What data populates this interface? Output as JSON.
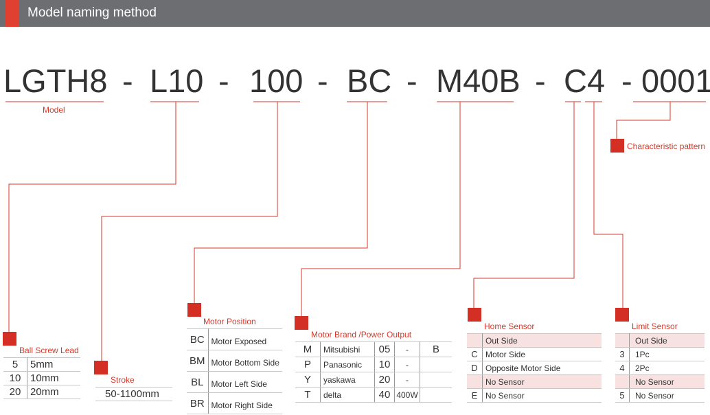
{
  "header": {
    "title": "Model naming method"
  },
  "model": {
    "segments": [
      "LGTH8",
      "L10",
      "100",
      "BC",
      "M40B",
      "C4",
      "0001"
    ],
    "separator": "-"
  },
  "labels": {
    "model": "Model",
    "characteristic": "Characteristic pattern",
    "ball_screw": "Ball Screw Lead",
    "stroke": "Stroke",
    "motor_position": "Motor Position",
    "motor_brand": "Motor Brand /Power Output",
    "home_sensor": "Home Sensor",
    "limit_sensor": "Limit Sensor"
  },
  "ball_screw_table": [
    {
      "code": "5",
      "value": "5mm"
    },
    {
      "code": "10",
      "value": "10mm"
    },
    {
      "code": "20",
      "value": "20mm"
    }
  ],
  "stroke_value": "50-1100mm",
  "motor_position_table": [
    {
      "code": "BC",
      "desc": "Motor Exposed"
    },
    {
      "code": "BM",
      "desc": "Motor Bottom Side"
    },
    {
      "code": "BL",
      "desc": "Motor Left Side"
    },
    {
      "code": "BR",
      "desc": "Motor Right Side"
    }
  ],
  "motor_brand_table": [
    {
      "code": "M",
      "brand": "Mitsubishi",
      "power": "05",
      "dash": "-",
      "extra": "B"
    },
    {
      "code": "P",
      "brand": "Panasonic",
      "power": "10",
      "dash": "-",
      "extra": ""
    },
    {
      "code": "Y",
      "brand": "yaskawa",
      "power": "20",
      "dash": "-",
      "extra": ""
    },
    {
      "code": "T",
      "brand": "delta",
      "power": "40",
      "dash": "400W",
      "extra": ""
    }
  ],
  "home_sensor_table": [
    {
      "code": "",
      "desc": "Out Side"
    },
    {
      "code": "C",
      "desc": "Motor Side"
    },
    {
      "code": "D",
      "desc": "Opposite Motor Side"
    },
    {
      "code": "",
      "desc": "No Sensor"
    },
    {
      "code": "E",
      "desc": "No Sensor"
    }
  ],
  "limit_sensor_table": [
    {
      "code": "",
      "desc": "Out Side"
    },
    {
      "code": "3",
      "desc": "1Pc"
    },
    {
      "code": "4",
      "desc": "2Pc"
    },
    {
      "code": "",
      "desc": "No Sensor"
    },
    {
      "code": "5",
      "desc": "No Sensor"
    }
  ],
  "colors": {
    "accent": "#d42f25",
    "header_bg": "#6d6e71",
    "pink_row": "#f7e1e1"
  }
}
